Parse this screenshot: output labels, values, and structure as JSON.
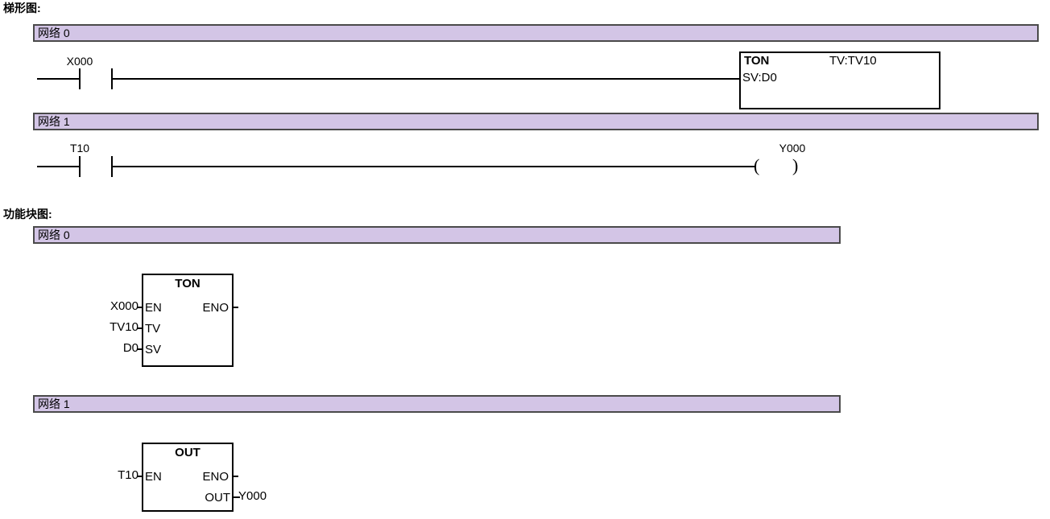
{
  "sections": {
    "ladder": {
      "title": "梯形图:"
    },
    "fbd": {
      "title": "功能块图:"
    }
  },
  "ladder": {
    "networks": [
      {
        "label": "网络 0",
        "contact": {
          "name": "X000"
        },
        "instruction": {
          "name": "TON",
          "tv": "TV:TV10",
          "sv": "SV:D0"
        }
      },
      {
        "label": "网络 1",
        "contact": {
          "name": "T10"
        },
        "coil": {
          "name": "Y000",
          "open": "(",
          "close": ")"
        }
      }
    ]
  },
  "fbd": {
    "networks": [
      {
        "label": "网络 0",
        "block": {
          "name": "TON",
          "inputs": [
            {
              "arg": "X000",
              "pin": "EN"
            },
            {
              "arg": "TV10",
              "pin": "TV"
            },
            {
              "arg": "D0",
              "pin": "SV"
            }
          ],
          "outputs": [
            {
              "pin": "ENO",
              "arg": ""
            }
          ]
        }
      },
      {
        "label": "网络 1",
        "block": {
          "name": "OUT",
          "inputs": [
            {
              "arg": "T10",
              "pin": "EN"
            }
          ],
          "outputs": [
            {
              "pin": "ENO",
              "arg": ""
            },
            {
              "pin": "OUT",
              "arg": "Y000"
            }
          ]
        }
      }
    ]
  },
  "colors": {
    "network_bar_fill": "#d3c5e6",
    "network_bar_border": "#4a4a4a",
    "wire": "#000000",
    "background": "#ffffff"
  }
}
